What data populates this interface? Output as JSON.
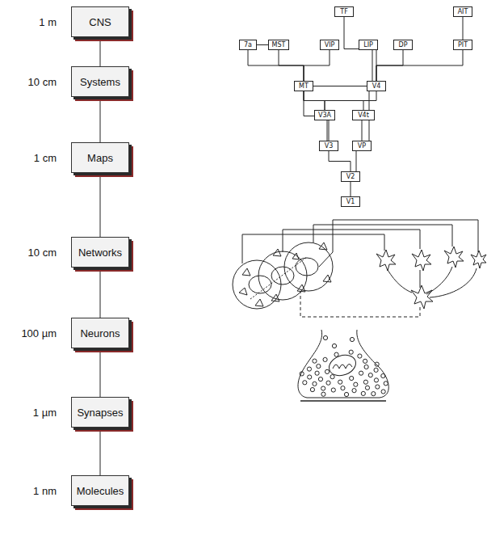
{
  "diagram": {
    "nodes": [
      {
        "text": [
          "CNS"
        ]
      },
      {
        "text": [
          "Systems"
        ]
      },
      {
        "text": [
          "Maps"
        ]
      },
      {
        "text": [
          "Networks"
        ]
      },
      {
        "text": [
          "Neurons"
        ]
      },
      {
        "text": [
          "Synapses"
        ]
      },
      {
        "text": [
          "Molecules"
        ]
      },
      {
        "text": [
          "TF"
        ]
      },
      {
        "text": [
          "AIT"
        ]
      },
      {
        "text": [
          "7a"
        ]
      },
      {
        "text": [
          "MST"
        ]
      },
      {
        "text": [
          "VIP"
        ]
      },
      {
        "text": [
          "LIP"
        ]
      },
      {
        "text": [
          "DP"
        ]
      },
      {
        "text": [
          "PIT"
        ]
      },
      {
        "text": [
          "MT"
        ]
      },
      {
        "text": [
          "V4"
        ]
      },
      {
        "text": [
          "V3A"
        ]
      },
      {
        "text": [
          "V4t"
        ]
      },
      {
        "text": [
          "V3"
        ]
      },
      {
        "text": [
          "VP"
        ]
      },
      {
        "text": [
          "V2"
        ]
      },
      {
        "text": [
          "V1"
        ]
      }
    ],
    "edges": [
      {
        "from": 0,
        "to": 1,
        "arrow": "none"
      },
      {
        "from": 1,
        "to": 2,
        "arrow": "none"
      },
      {
        "from": 2,
        "to": 3,
        "arrow": "none"
      },
      {
        "from": 3,
        "to": 4,
        "arrow": "none"
      },
      {
        "from": 4,
        "to": 5,
        "arrow": "none"
      },
      {
        "from": 5,
        "to": 6,
        "arrow": "none"
      },
      {
        "from": 22,
        "to": 21,
        "arrow": "none"
      },
      {
        "from": 21,
        "to": 19,
        "arrow": "none"
      },
      {
        "from": 21,
        "to": 20,
        "arrow": "none"
      },
      {
        "from": 19,
        "to": 17,
        "arrow": "none"
      },
      {
        "from": 19,
        "to": 15,
        "arrow": "none"
      },
      {
        "from": 20,
        "to": 16,
        "arrow": "none"
      },
      {
        "from": 20,
        "to": 18,
        "arrow": "none"
      },
      {
        "from": 17,
        "to": 15,
        "arrow": "none"
      },
      {
        "from": 18,
        "to": 15,
        "arrow": "none"
      },
      {
        "from": 17,
        "to": 16,
        "arrow": "none"
      },
      {
        "from": 15,
        "to": 9,
        "arrow": "none"
      },
      {
        "from": 15,
        "to": 10,
        "arrow": "none"
      },
      {
        "from": 15,
        "to": 11,
        "arrow": "none"
      },
      {
        "from": 15,
        "to": 16,
        "arrow": "none"
      },
      {
        "from": 16,
        "to": 12,
        "arrow": "none"
      },
      {
        "from": 16,
        "to": 13,
        "arrow": "none"
      },
      {
        "from": 16,
        "to": 7,
        "arrow": "none"
      },
      {
        "from": 16,
        "to": 14,
        "arrow": "none"
      },
      {
        "from": 14,
        "to": 8,
        "arrow": "none"
      },
      {
        "from": 10,
        "to": 9,
        "arrow": "none"
      }
    ],
    "labels": [
      "1 m",
      "10 cm",
      "1 cm",
      "10 cm",
      "100 µm",
      "1 µm",
      "1 nm"
    ]
  }
}
